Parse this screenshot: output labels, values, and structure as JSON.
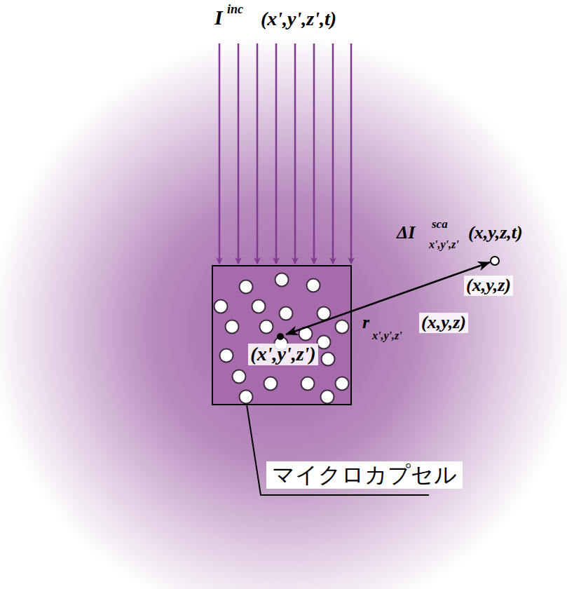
{
  "diagram": {
    "nodes": [
      {
        "text": [
          "(x',y',z')"
        ]
      }
    ],
    "labels": [
      "I",
      "inc",
      "(x',y',z',t)",
      "ΔI",
      "sca",
      "x',y',z'",
      "(x,y,z,t)",
      "(x,y,z)",
      "r",
      "x',y',z'",
      "(x,y,z)",
      "マイクロカプセル"
    ]
  }
}
